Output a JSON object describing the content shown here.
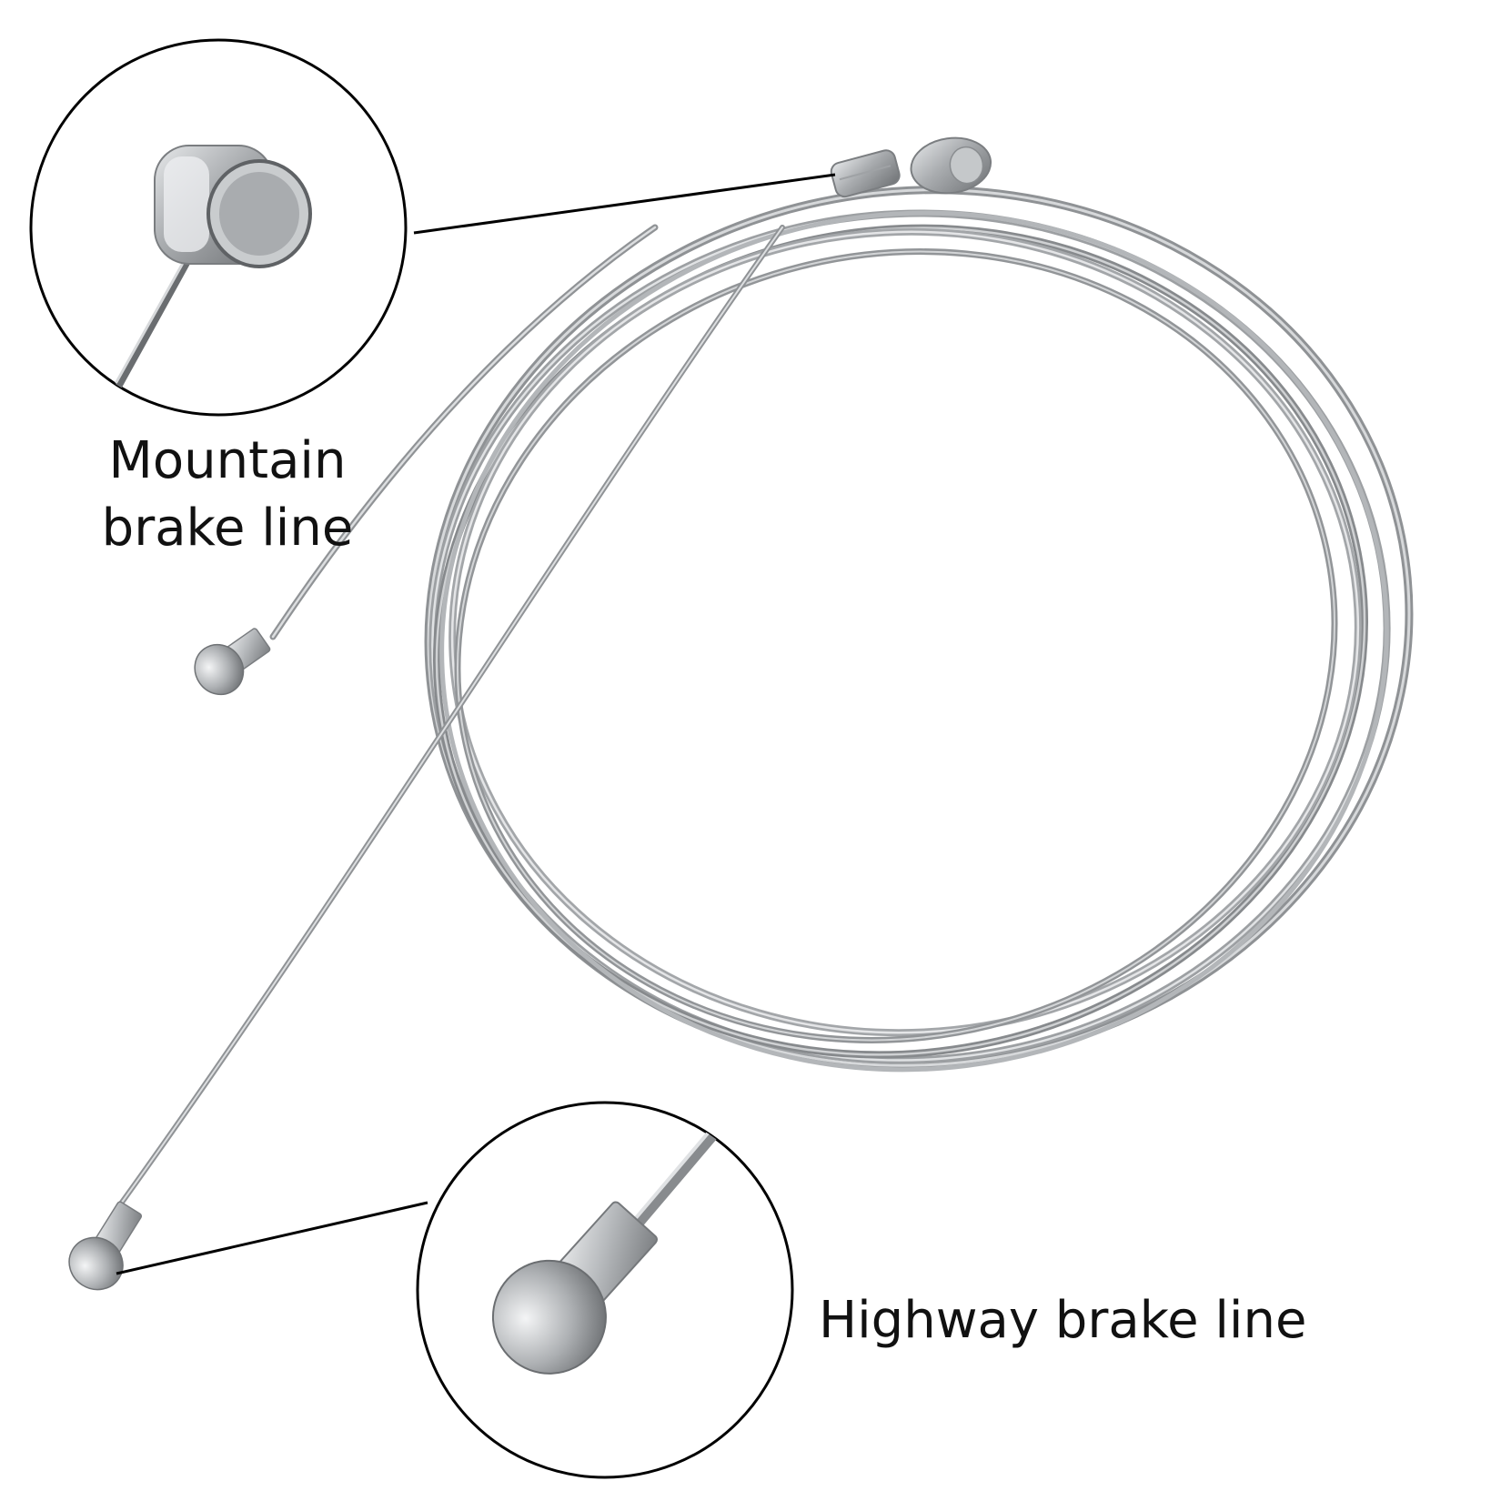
{
  "labels": {
    "mountain_line1": "Mountain",
    "mountain_line2": "brake line",
    "highway": "Highway brake line"
  },
  "colors": {
    "background": "#ffffff",
    "text": "#111111",
    "steel_light": "#d8dadc",
    "steel_mid": "#a7aaad",
    "steel_dark": "#6d7073",
    "outline": "#000000"
  }
}
